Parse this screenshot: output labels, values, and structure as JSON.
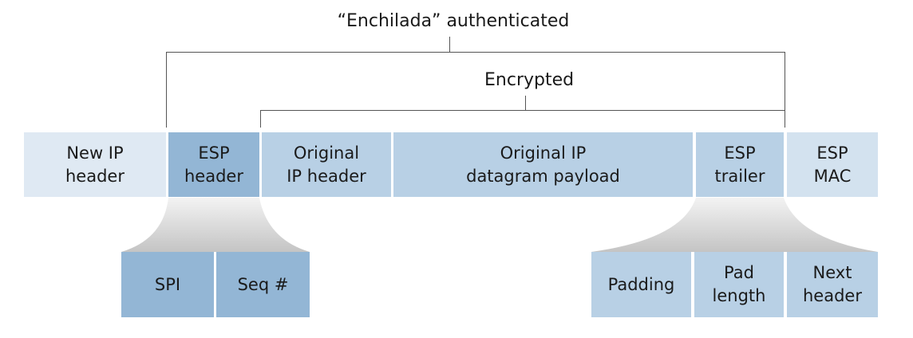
{
  "labels": {
    "authenticated": "“Enchilada” authenticated",
    "encrypted": "Encrypted"
  },
  "packet": [
    {
      "text": "New IP\nheader"
    },
    {
      "text": "ESP\nheader"
    },
    {
      "text": "Original\nIP header"
    },
    {
      "text": "Original IP\ndatagram payload"
    },
    {
      "text": "ESP\ntrailer"
    },
    {
      "text": "ESP\nMAC"
    }
  ],
  "esp_header_fields": [
    {
      "text": "SPI"
    },
    {
      "text": "Seq #"
    }
  ],
  "esp_trailer_fields": [
    {
      "text": "Padding"
    },
    {
      "text": "Pad\nlength"
    },
    {
      "text": "Next\nheader"
    }
  ],
  "colors": {
    "new_ip_header": "#dfe9f3",
    "esp_header": "#93b6d5",
    "encrypted_fields": "#b8d0e5",
    "esp_mac": "#d3e2ef",
    "bracket": "#555555"
  }
}
